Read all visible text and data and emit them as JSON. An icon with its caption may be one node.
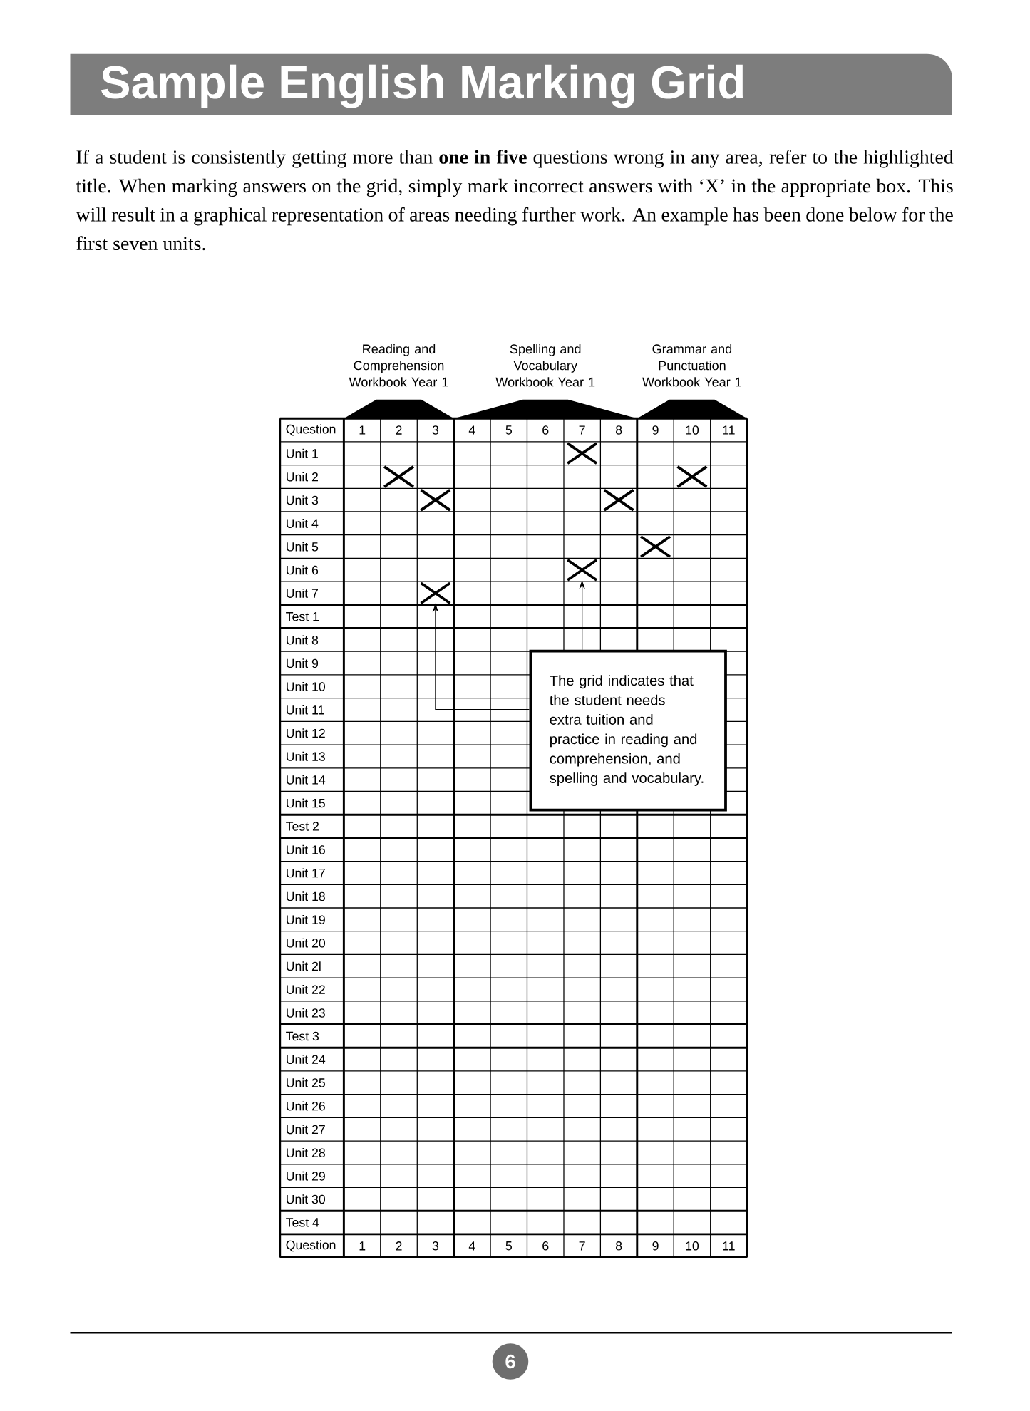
{
  "diagram": {
    "title": "Sample English Marking Grid",
    "nodes": [
      {
        "text": [
          "Reading and Comprehension Workbook Year 1"
        ]
      },
      {
        "text": [
          "Spelling and Vocabulary Workbook Year 1"
        ]
      },
      {
        "text": [
          "Grammar and Punctuation Workbook Year 1"
        ]
      },
      {
        "text": [],
        "shape": "cross"
      },
      {
        "text": [],
        "shape": "cross"
      },
      {
        "text": [],
        "shape": "cross"
      },
      {
        "text": [],
        "shape": "cross"
      },
      {
        "text": [],
        "shape": "cross"
      },
      {
        "text": [],
        "shape": "cross"
      },
      {
        "text": [],
        "shape": "cross"
      },
      {
        "text": [],
        "shape": "cross"
      },
      {
        "text": [
          "The grid indicates that the student needs extra tuition and practice in reading and comprehension, and spelling and vocabulary."
        ]
      }
    ],
    "edges": [
      {
        "from": 11,
        "to": 10,
        "arrow": "to"
      },
      {
        "from": 11,
        "to": 9,
        "arrow": "to"
      }
    ],
    "labels": [
      "If a student is consistently getting more than **one in five** questions wrong in any area, refer to the highlighted title. When marking answers on the grid, simply mark incorrect answers with ‘X’ in the appropriate box. This will result in a graphical representation of areas needing further work. An example has been done below for the first seven units.",
      "Question",
      "1",
      "2",
      "3",
      "4",
      "5",
      "6",
      "7",
      "8",
      "9",
      "10",
      "11",
      "Unit 1",
      "Unit 2",
      "Unit 3",
      "Unit 4",
      "Unit 5",
      "Unit 6",
      "Unit 7",
      "Test 1",
      "Unit 8",
      "Unit 9",
      "Unit 10",
      "Unit 11",
      "Unit 12",
      "Unit 13",
      "Unit 14",
      "Unit 15",
      "Test 2",
      "Unit 16",
      "Unit 17",
      "Unit 18",
      "Unit 19",
      "Unit 20",
      "Unit 2l",
      "Unit 22",
      "Unit 23",
      "Test 3",
      "Unit 24",
      "Unit 25",
      "Unit 26",
      "Unit 27",
      "Unit 28",
      "Unit 29",
      "Unit 30",
      "Test 4",
      "Question",
      "1",
      "2",
      "3",
      "4",
      "5",
      "6",
      "7",
      "8",
      "9",
      "10",
      "11",
      "6"
    ]
  }
}
